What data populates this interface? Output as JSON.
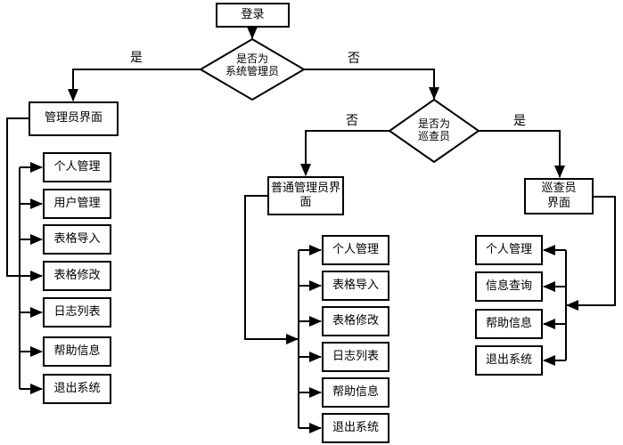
{
  "flowchart": {
    "start": {
      "label": "登录"
    },
    "decision_admin": {
      "lines": [
        "是否为",
        "系统管理员"
      ],
      "yes_label": "是",
      "no_label": "否"
    },
    "decision_inspector": {
      "lines": [
        "是否为",
        "巡查员"
      ],
      "yes_label": "是",
      "no_label": "否"
    },
    "admin_panel": {
      "label": "管理员界面",
      "menu": [
        "个人管理",
        "用户管理",
        "表格导入",
        "表格修改",
        "日志列表",
        "帮助信息",
        "退出系统"
      ]
    },
    "normal_admin_panel": {
      "lines": [
        "普通管理员界",
        "面"
      ],
      "menu": [
        "个人管理",
        "表格导入",
        "表格修改",
        "日志列表",
        "帮助信息",
        "退出系统"
      ]
    },
    "inspector_panel": {
      "lines": [
        "巡查员",
        "界面"
      ],
      "menu": [
        "个人管理",
        "信息查询",
        "帮助信息",
        "退出系统"
      ]
    },
    "colors": {
      "stroke": "#000000",
      "background": "#ffffff",
      "node_fill": "#ffffff"
    }
  }
}
